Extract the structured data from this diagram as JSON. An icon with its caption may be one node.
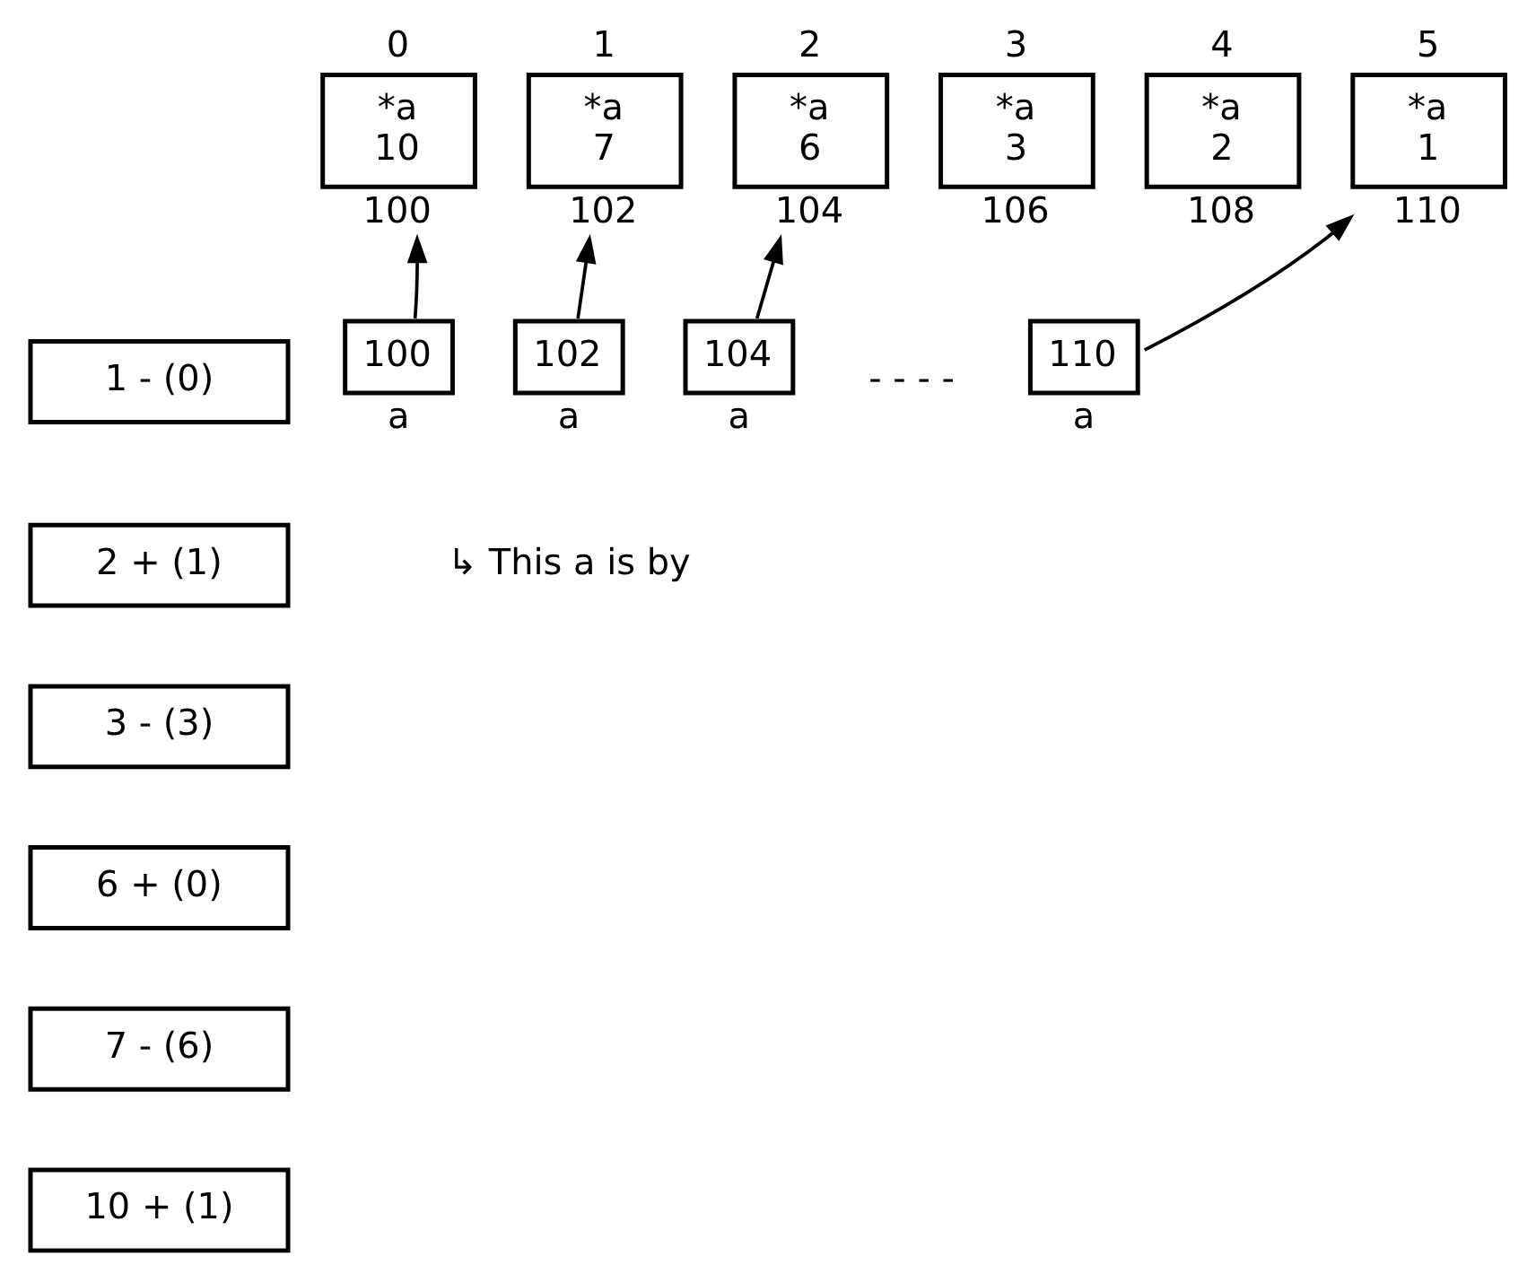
{
  "diagram": {
    "nodes": [
      {
        "text": [
          "*a",
          "10"
        ],
        "beside": [
          "0",
          "100"
        ]
      },
      {
        "text": [
          "*a",
          "7"
        ],
        "beside": [
          "1",
          "102"
        ]
      },
      {
        "text": [
          "*a",
          "6"
        ],
        "beside": [
          "2",
          "104"
        ]
      },
      {
        "text": [
          "*a",
          "3"
        ],
        "beside": [
          "3",
          "106"
        ]
      },
      {
        "text": [
          "*a",
          "2"
        ],
        "beside": [
          "4",
          "108"
        ]
      },
      {
        "text": [
          "*a",
          "1"
        ],
        "beside": [
          "5",
          "110"
        ]
      },
      {
        "text": [
          "100"
        ],
        "beside": [
          "a"
        ]
      },
      {
        "text": [
          "102"
        ],
        "beside": [
          "a"
        ]
      },
      {
        "text": [
          "104"
        ],
        "beside": [
          "a"
        ]
      },
      {
        "text": [
          "110"
        ],
        "beside": [
          "a"
        ]
      },
      {
        "text": [
          "1 - (0)"
        ]
      },
      {
        "text": [
          "2 + (1)"
        ]
      },
      {
        "text": [
          "3 - (3)"
        ]
      },
      {
        "text": [
          "6 + (0)"
        ]
      },
      {
        "text": [
          "7 - (6)"
        ]
      },
      {
        "text": [
          "10 + (1)"
        ]
      }
    ],
    "edges": [
      {
        "from": 6,
        "to": 0,
        "arrow": "to"
      },
      {
        "from": 7,
        "to": 1,
        "arrow": "to"
      },
      {
        "from": 8,
        "to": 2,
        "arrow": "to"
      },
      {
        "from": 9,
        "to": 5,
        "arrow": "to"
      }
    ],
    "labels": [
      "- - - -",
      "↳ This a is by"
    ]
  }
}
